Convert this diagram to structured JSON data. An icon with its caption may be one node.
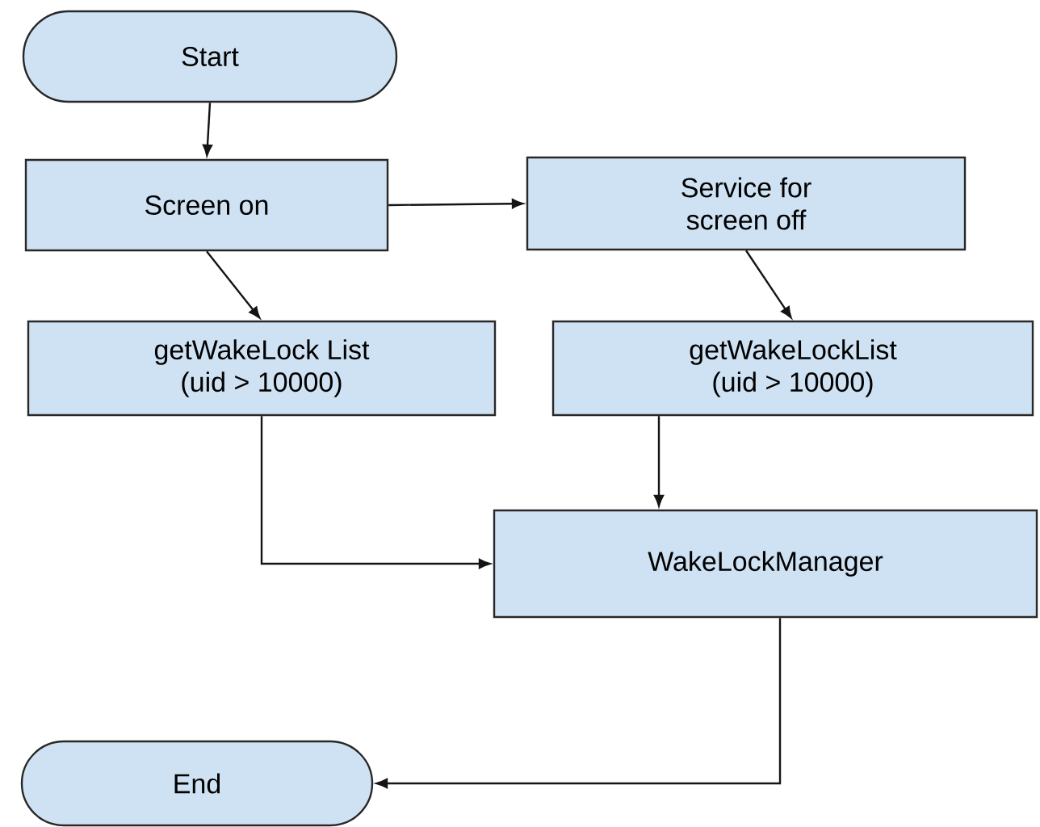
{
  "diagram": {
    "nodes": [
      {
        "text": [
          "Start"
        ]
      },
      {
        "text": [
          "Screen on"
        ]
      },
      {
        "text": [
          "Service for screen off"
        ]
      },
      {
        "text": [
          "getWakeLock List (uid > 10000)"
        ]
      },
      {
        "text": [
          "getWakeLockList (uid > 10000)"
        ]
      },
      {
        "text": [
          "WakeLockManager"
        ]
      },
      {
        "text": [
          "End"
        ]
      }
    ],
    "edges": [
      {
        "from": 0,
        "to": 1,
        "arrow": "to"
      },
      {
        "from": 1,
        "to": 2,
        "arrow": "to"
      },
      {
        "from": 1,
        "to": 3,
        "arrow": "to"
      },
      {
        "from": 2,
        "to": 4,
        "arrow": "to"
      },
      {
        "from": 3,
        "to": 5,
        "arrow": "to"
      },
      {
        "from": 4,
        "to": 5,
        "arrow": "to"
      },
      {
        "from": 5,
        "to": 6,
        "arrow": "to"
      }
    ]
  }
}
